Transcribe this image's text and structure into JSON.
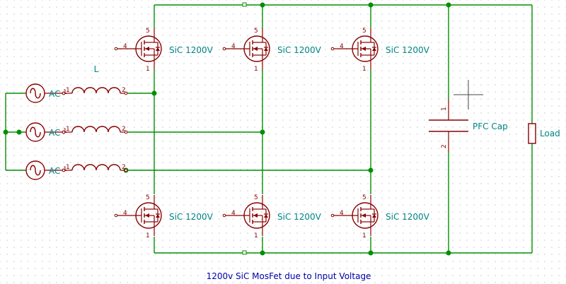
{
  "schematic": {
    "title_note": "1200v SiC MosFet due to Input Voltage",
    "mosfets": [
      {
        "value": "SiC 1200V",
        "pins": {
          "gate": "4",
          "drain": "5",
          "source": "1"
        }
      },
      {
        "value": "SiC 1200V",
        "pins": {
          "gate": "4",
          "drain": "5",
          "source": "1"
        }
      },
      {
        "value": "SiC 1200V",
        "pins": {
          "gate": "4",
          "drain": "5",
          "source": "1"
        }
      },
      {
        "value": "SiC 1200V",
        "pins": {
          "gate": "4",
          "drain": "5",
          "source": "1"
        }
      },
      {
        "value": "SiC 1200V",
        "pins": {
          "gate": "4",
          "drain": "5",
          "source": "1"
        }
      },
      {
        "value": "SiC 1200V",
        "pins": {
          "gate": "4",
          "drain": "5",
          "source": "1"
        }
      }
    ],
    "sources": [
      {
        "value": "AC",
        "pin": "1"
      },
      {
        "value": "AC",
        "pin": "1"
      },
      {
        "value": "AC",
        "pin": "1"
      }
    ],
    "inductors": [
      {
        "value": "L",
        "pins": [
          "1",
          "2"
        ]
      },
      {
        "value": "",
        "pins": [
          "1",
          "2"
        ]
      },
      {
        "value": "",
        "pins": [
          "1",
          "2"
        ]
      }
    ],
    "capacitor": {
      "value": "PFC Cap",
      "pins": [
        "1",
        "2"
      ]
    },
    "load": {
      "value": "Load"
    },
    "colors": {
      "wire": "#009000",
      "component": "#880000",
      "value_text": "#008484",
      "note_text": "#0000a8",
      "grid_dot": "#c8c8c8"
    }
  }
}
